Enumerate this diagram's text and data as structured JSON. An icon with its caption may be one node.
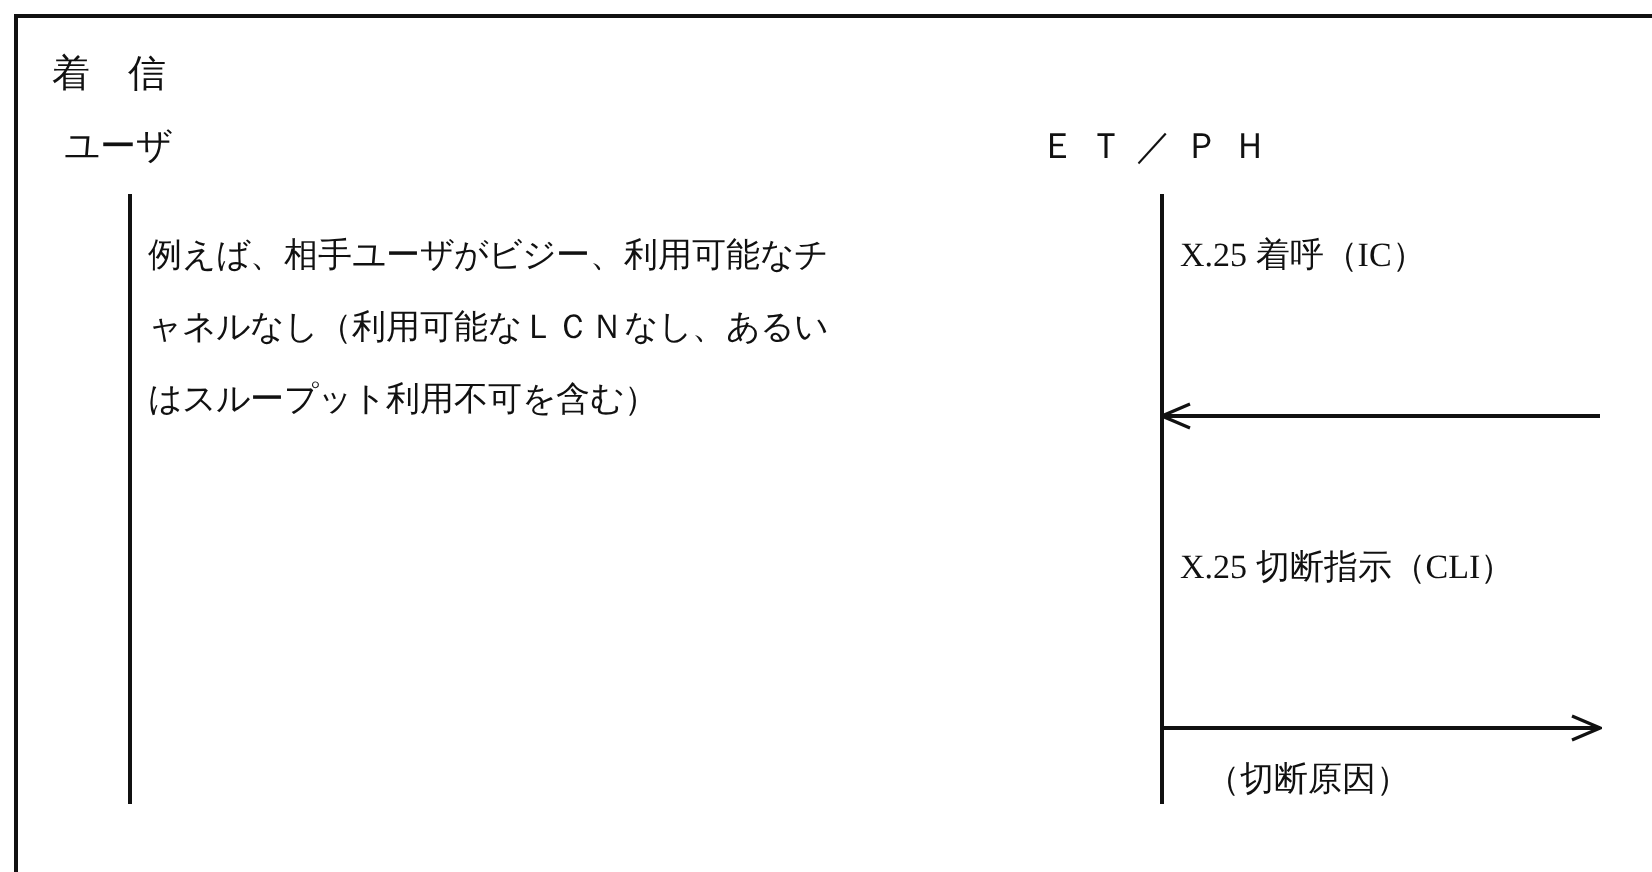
{
  "diagram": {
    "title": "着　信",
    "nodes": [
      {
        "text": [
          "ユーザ"
        ]
      },
      {
        "text": [
          "ＥＴ／ＰＨ"
        ]
      }
    ],
    "edges": [
      {
        "from": null,
        "to": 1,
        "arrow": "to",
        "label": "X.25 着呼（IC）"
      },
      {
        "from": 1,
        "to": null,
        "arrow": "to",
        "label": "X.25 切断指示（CLI）"
      }
    ],
    "labels": [
      "例えば、相手ユーザがビジー、利用可能なチャネルなし（利用可能なＬＣＮなし、あるいはスループット利用不可を含む）",
      "（切断原因）"
    ]
  }
}
